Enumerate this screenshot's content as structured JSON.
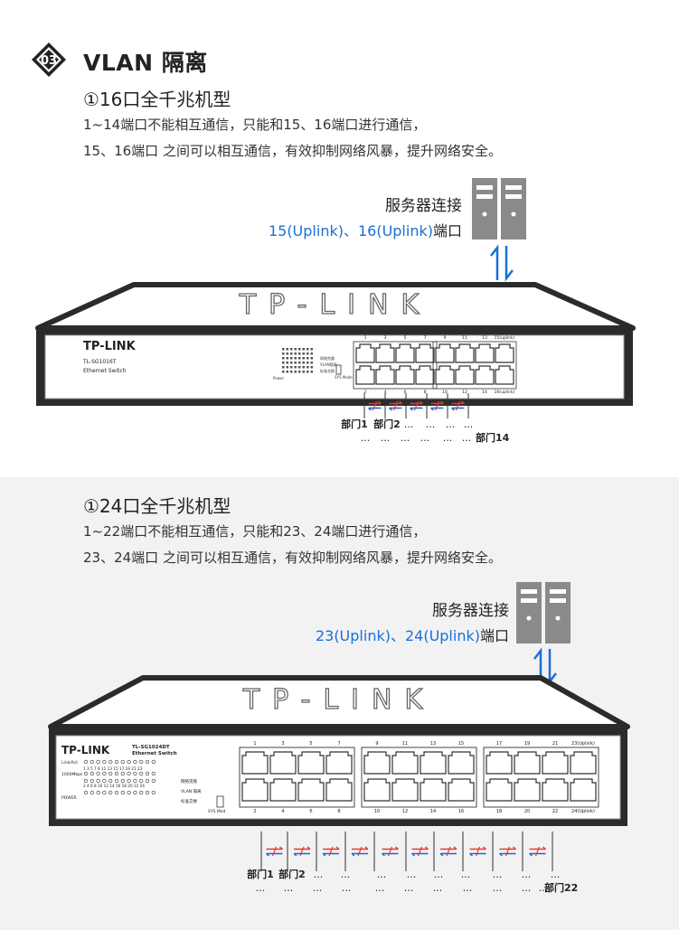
{
  "section_badge": "03",
  "heading": "VLAN 隔离",
  "model16": {
    "title": "①16口全千兆机型",
    "desc_line1": "1~14端口不能相互通信，只能和15、16端口进行通信，",
    "desc_line2": "15、16端口 之间可以相互通信，有效抑制网络风暴，提升网络安全。",
    "server_label": "服务器连接",
    "server_ports": "15(Uplink)、16(Uplink)",
    "server_ports_suffix": "端口",
    "brand": "TP-LINK",
    "device_model": "TL-SG1016T",
    "device_desc": "Ethernet Switch",
    "top_port_labels": [
      "1",
      "3",
      "5",
      "7",
      "9",
      "11",
      "13",
      "15(uplink)"
    ],
    "bottom_port_labels": [
      "2",
      "4",
      "6",
      "8",
      "10",
      "12",
      "14",
      "16(uplink)"
    ],
    "power_label": "Power",
    "sys_mode_labels": [
      "网络克隆",
      "VLAN隔离",
      "标准交换"
    ],
    "sys_mode": "SYS Mode",
    "dept_row1": [
      "部门1",
      "部门2",
      "...",
      "...",
      "...",
      "..."
    ],
    "dept_row2": [
      "...",
      "...",
      "...",
      "...",
      "...",
      "..."
    ],
    "dept_last": "部门14"
  },
  "model24": {
    "title": "①24口全千兆机型",
    "desc_line1": "1~22端口不能相互通信，只能和23、24端口进行通信，",
    "desc_line2": "23、24端口 之间可以相互通信，有效抑制网络风暴，提升网络安全。",
    "server_label": "服务器连接",
    "server_ports": "23(Uplink)、24(Uplink)",
    "server_ports_suffix": "端口",
    "brand": "TP-LINK",
    "device_model": "TL-SG1024DT",
    "device_desc": "Ethernet Switch",
    "top_port_labels": [
      "1",
      "3",
      "5",
      "7",
      "9",
      "11",
      "13",
      "15",
      "17",
      "19",
      "21",
      "23(Uplink)"
    ],
    "bottom_port_labels": [
      "2",
      "4",
      "6",
      "8",
      "10",
      "12",
      "14",
      "16",
      "18",
      "20",
      "22",
      "24(Uplink)"
    ],
    "led_labels": [
      "Link/Act",
      "1000Mbps",
      "POWER"
    ],
    "led_numbers_top": "1  3  5  7  9  11 13 15 17 19 21 23",
    "led_numbers_bottom": "2  4  6  8  10 12 14 16 18 20 22 24",
    "sys_mode_labels": [
      "网络克隆",
      "VLAN 隔离",
      "标准交换"
    ],
    "sys_mode": "SYS Mod",
    "dept_row1": [
      "部门1",
      "部门2",
      "...",
      "...",
      "...",
      "...",
      "...",
      "...",
      "...",
      "...",
      "..."
    ],
    "dept_row2": [
      "...",
      "...",
      "...",
      "...",
      "...",
      "...",
      "...",
      "...",
      "...",
      "...",
      "..."
    ],
    "dept_last": "部门22"
  },
  "colors": {
    "link_blue": "#1a6fd6",
    "vlan_red": "#e53935",
    "vlan_blue": "#1e63d6",
    "dark": "#2b2b2b",
    "server_gray": "#8a8a8a"
  }
}
